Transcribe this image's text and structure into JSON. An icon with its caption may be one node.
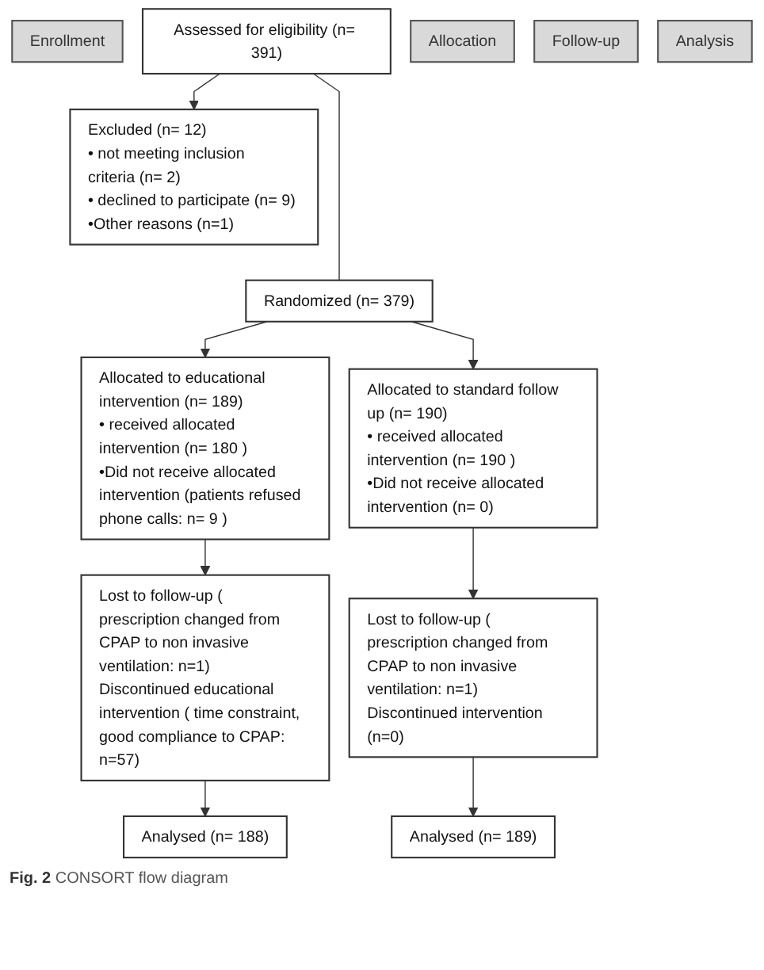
{
  "diagram": {
    "caption": "**Fig. 2** CONSORT flow diagram",
    "nodes": [
      {
        "text": [
          "Enrollment"
        ]
      },
      {
        "text": [
          "Assessed for eligibility (n= 391)"
        ]
      },
      {
        "text": [
          "Excluded (n= 12)",
          "• not meeting inclusion criteria (n= 2)",
          "• declined to participate (n= 9)",
          "•Other reasons (n=1)"
        ]
      },
      {
        "text": [
          "Randomized (n= 379)"
        ]
      },
      {
        "text": [
          "Allocation"
        ]
      },
      {
        "text": [
          "Allocated to educational intervention (n= 189)",
          "• received allocated intervention (n= 180 )",
          "•Did not receive allocated intervention (patients refused phone calls: n= 9 )"
        ]
      },
      {
        "text": [
          "Allocated to standard follow up (n= 190)",
          "• received allocated intervention (n= 190 )",
          "•Did not receive allocated intervention (n= 0)"
        ]
      },
      {
        "text": [
          "Follow-up"
        ]
      },
      {
        "text": [
          "Lost to follow-up ( prescription changed from CPAP to non invasive ventilation: n=1)",
          "Discontinued educational intervention ( time constraint, good compliance to CPAP: n=57)"
        ]
      },
      {
        "text": [
          "Lost to follow-up ( prescription changed from CPAP to non invasive ventilation: n=1)",
          "Discontinued intervention (n=0)"
        ]
      },
      {
        "text": [
          "Analysis"
        ]
      },
      {
        "text": [
          "Analysed (n= 188)"
        ]
      },
      {
        "text": [
          "Analysed (n= 189)"
        ]
      }
    ],
    "edges": [
      {
        "from": 1,
        "to": 2,
        "arrow": "to"
      },
      {
        "from": 1,
        "to": 3,
        "arrow": "none"
      },
      {
        "from": 3,
        "to": 5,
        "arrow": "to"
      },
      {
        "from": 3,
        "to": 6,
        "arrow": "to"
      },
      {
        "from": 5,
        "to": 8,
        "arrow": "to"
      },
      {
        "from": 6,
        "to": 9,
        "arrow": "to"
      },
      {
        "from": 8,
        "to": 11,
        "arrow": "to"
      },
      {
        "from": 9,
        "to": 12,
        "arrow": "to"
      }
    ]
  }
}
